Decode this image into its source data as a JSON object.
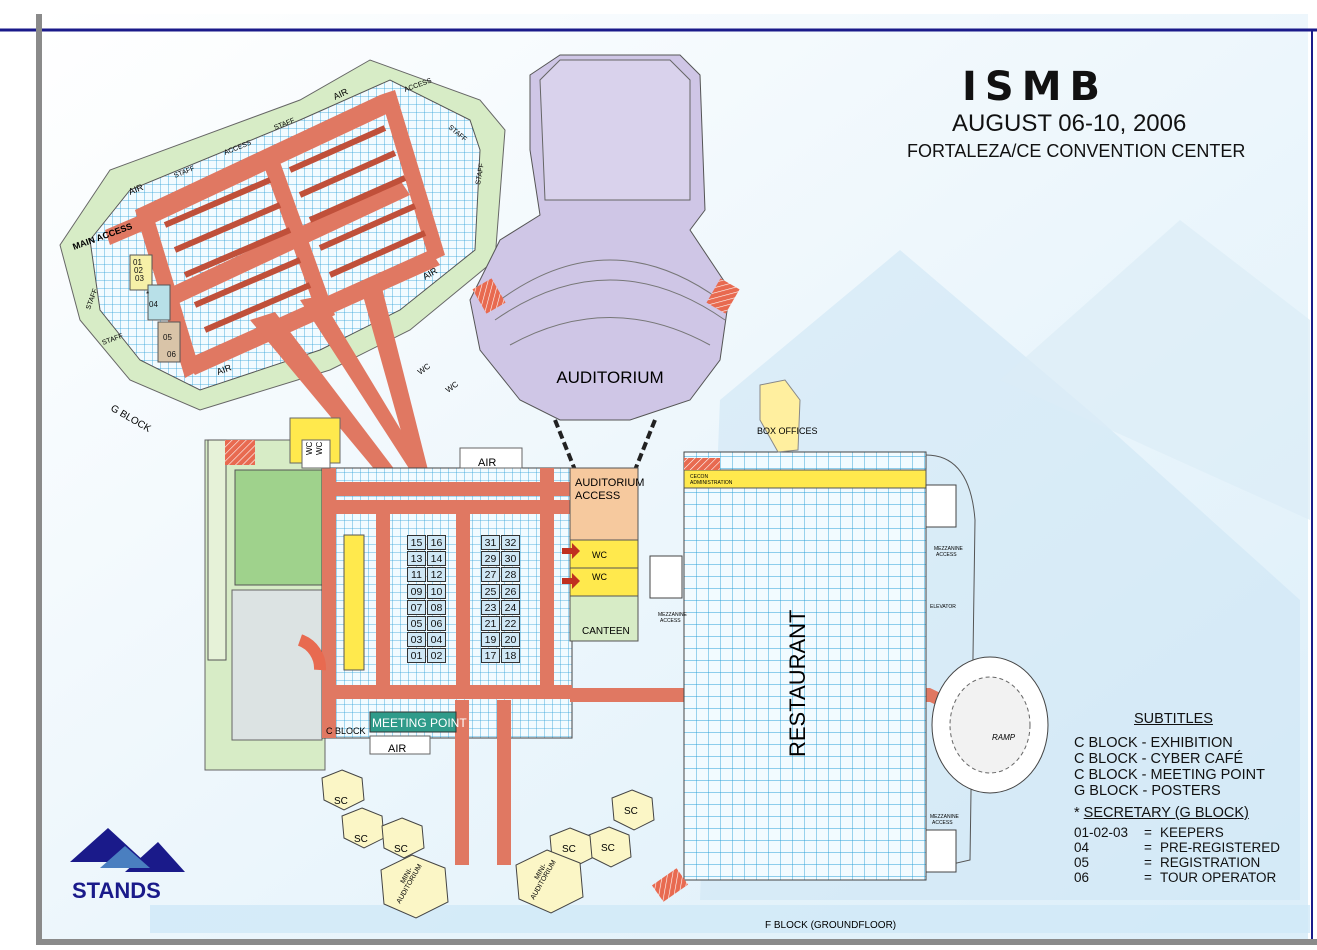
{
  "header": {
    "title": "ISMB",
    "dates": "AUGUST 06-10, 2006",
    "venue": "FORTALEZA/CE CONVENTION CENTER"
  },
  "areas": {
    "auditorium": "AUDITORIUM",
    "auditorium_access_1": "AUDITORIUM",
    "auditorium_access_2": "ACCESS",
    "restaurant": "RESTAURANT",
    "box_offices": "BOX OFFICES",
    "canteen": "CANTEEN",
    "meeting_point": "MEETING POINT",
    "c_block": "C BLOCK",
    "g_block": "G BLOCK",
    "f_block": "F BLOCK (GROUNDFLOOR)",
    "main_access": "MAIN ACCESS",
    "ramp": "RAMP",
    "elevator": "ELEVATOR",
    "cecon_admin_1": "CECON",
    "cecon_admin_2": "ADMINISTRATION",
    "mezzanine": "MEZZANINE",
    "access": "ACCESS",
    "wc": "WC",
    "air": "AIR",
    "staff": "STAFF",
    "sc": "SC",
    "mini": "MINI-",
    "mini_aud": "AUDITORIUM",
    "stands_logo": "STANDS"
  },
  "g_block_desks": [
    "01",
    "02",
    "03",
    "*",
    "04",
    "05",
    "06"
  ],
  "stands_left": [
    [
      "15",
      "16"
    ],
    [
      "13",
      "14"
    ],
    [
      "11",
      "12"
    ],
    [
      "09",
      "10"
    ],
    [
      "07",
      "08"
    ],
    [
      "05",
      "06"
    ],
    [
      "03",
      "04"
    ],
    [
      "01",
      "02"
    ]
  ],
  "stands_right": [
    [
      "31",
      "32"
    ],
    [
      "29",
      "30"
    ],
    [
      "27",
      "28"
    ],
    [
      "25",
      "26"
    ],
    [
      "23",
      "24"
    ],
    [
      "21",
      "22"
    ],
    [
      "19",
      "20"
    ],
    [
      "17",
      "18"
    ]
  ],
  "legend": {
    "heading": "SUBTITLES",
    "items": [
      "C BLOCK - EXHIBITION",
      "C BLOCK - CYBER CAFÉ",
      "C BLOCK - MEETING POINT",
      "G BLOCK - POSTERS"
    ],
    "secretary_heading": "SECRETARY (G BLOCK)",
    "secretary_items": [
      {
        "code": "01-02-03",
        "sep": "=",
        "desc": "KEEPERS"
      },
      {
        "code": "04",
        "sep": "=",
        "desc": "PRE-REGISTERED"
      },
      {
        "code": "05",
        "sep": "=",
        "desc": "REGISTRATION"
      },
      {
        "code": "06",
        "sep": "=",
        "desc": "TOUR OPERATOR"
      }
    ]
  },
  "colors": {
    "frame": "#1a1a8a",
    "grid_cyan": "#2aa0d8",
    "corridor": "#e07862",
    "floor_light": "#eaf6ff",
    "auditorium": "#cfc6e6",
    "green_block": "#d7ecc6",
    "yellow": "#ffe94d",
    "peach": "#f6c99e",
    "hex_fill": "#fbf6c6"
  }
}
